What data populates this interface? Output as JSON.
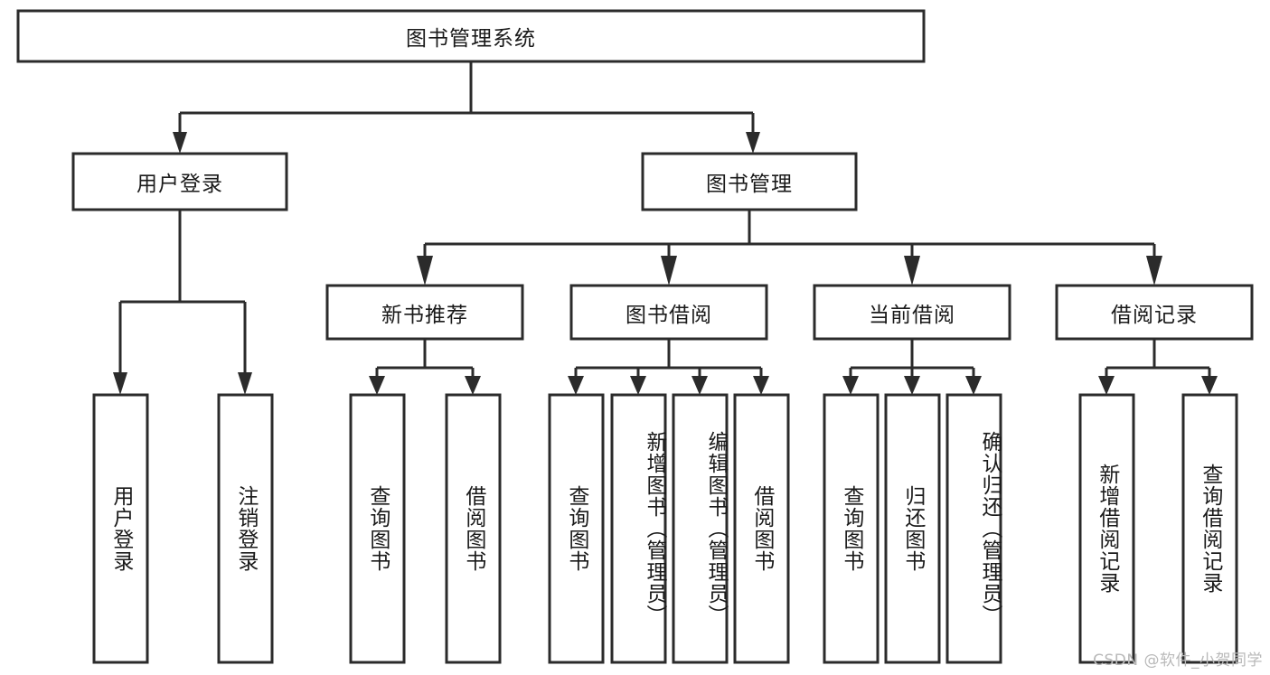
{
  "diagram": {
    "type": "tree",
    "title": "图书管理系统",
    "watermark": "CSDN @软件_小贺同学",
    "colors": {
      "stroke": "#2b2b2b",
      "fill": "#ffffff",
      "text": "#1a1a1a",
      "watermark": "#b9b9b9",
      "background": "#ffffff"
    },
    "levels": {
      "root": {
        "label": "图书管理系统"
      },
      "level2": [
        {
          "label": "用户登录"
        },
        {
          "label": "图书管理"
        }
      ],
      "level3": [
        {
          "label": "新书推荐"
        },
        {
          "label": "图书借阅"
        },
        {
          "label": "当前借阅"
        },
        {
          "label": "借阅记录"
        }
      ],
      "leaves_user_login": [
        {
          "label": "用户登录"
        },
        {
          "label": "注销登录"
        }
      ],
      "leaves_new_book": [
        {
          "label": "查询图书"
        },
        {
          "label": "借阅图书"
        }
      ],
      "leaves_borrow": [
        {
          "label": "查询图书"
        },
        {
          "label": "新增图书（管理员）"
        },
        {
          "label": "编辑图书（管理员）"
        },
        {
          "label": "借阅图书"
        }
      ],
      "leaves_current": [
        {
          "label": "查询图书"
        },
        {
          "label": "归还图书"
        },
        {
          "label": "确认归还（管理员）"
        }
      ],
      "leaves_record": [
        {
          "label": "新增借阅记录"
        },
        {
          "label": "查询借阅记录"
        }
      ]
    }
  }
}
